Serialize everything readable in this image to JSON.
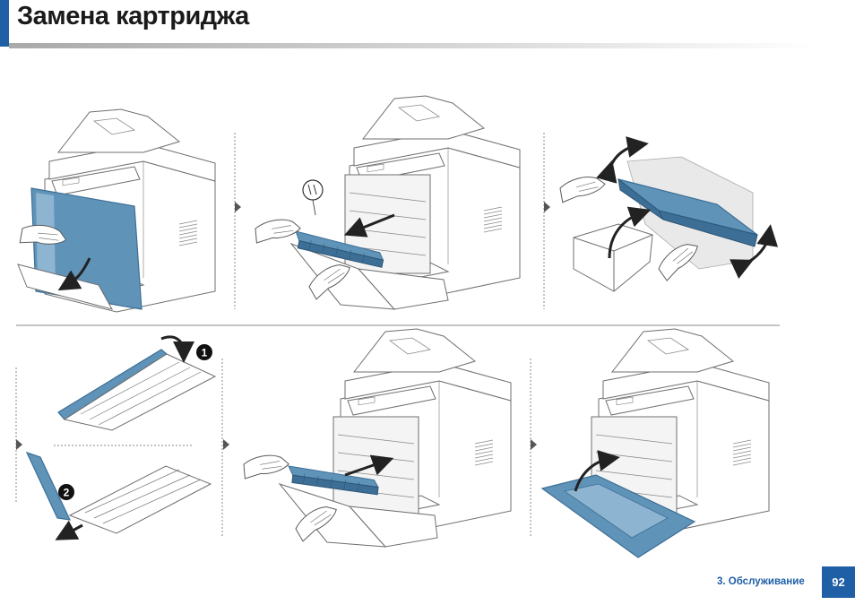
{
  "page": {
    "title": "Замена картриджа",
    "footer_section": "3. Обслуживание",
    "page_number": "92"
  },
  "markers": {
    "step_1": "1",
    "step_2": "2"
  },
  "colors": {
    "brand_blue": "#1e5fa6",
    "cartridge_blue": "#5f93b8",
    "cartridge_dark": "#3d6f96",
    "line_gray": "#6f6f6f"
  },
  "icons": {
    "top_row": [
      "open-front-door-illustration",
      "pull-cartridge-illustration",
      "unpack-shake-cartridge-illustration"
    ],
    "bottom_row": [
      "remove-protective-cover-illustration",
      "insert-cartridge-illustration",
      "close-front-door-illustration"
    ]
  }
}
